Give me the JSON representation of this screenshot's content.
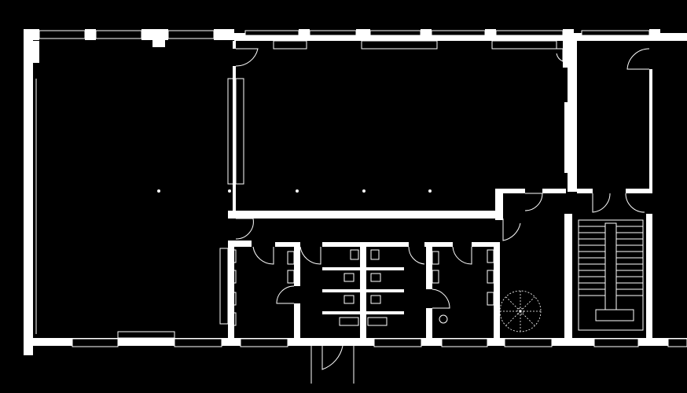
{
  "drawing": {
    "background_color": "#000000",
    "line_color": "#ffffff"
  },
  "elements": {
    "outer_walls": "outer-walls",
    "interior_walls": "interior-walls",
    "windows": "windows",
    "doors": "doors",
    "columns": "columns",
    "restroom_fixtures": "restroom-fixtures",
    "spiral_stair": "spiral-staircase",
    "main_stair": "main-staircase"
  }
}
